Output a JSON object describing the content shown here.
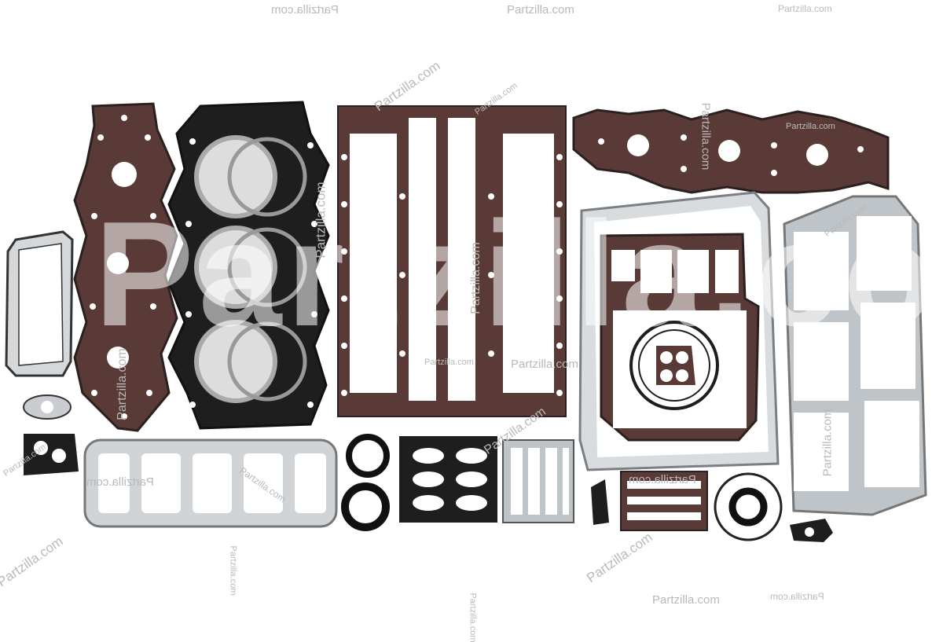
{
  "scene": {
    "subject": "marine engine gasket kit",
    "colors": {
      "background": "#ffffff",
      "gasket_brown": "#5a3a36",
      "gasket_black": "#1e1e1e",
      "gasket_gray": "#b8bcc0",
      "gasket_edge": "#2a2020"
    }
  },
  "watermarks": {
    "small": "Partzilla.com",
    "big": "Partzilla.com",
    "mirrored": "Partzilla.com",
    "tiny": "Partzilla.com"
  }
}
